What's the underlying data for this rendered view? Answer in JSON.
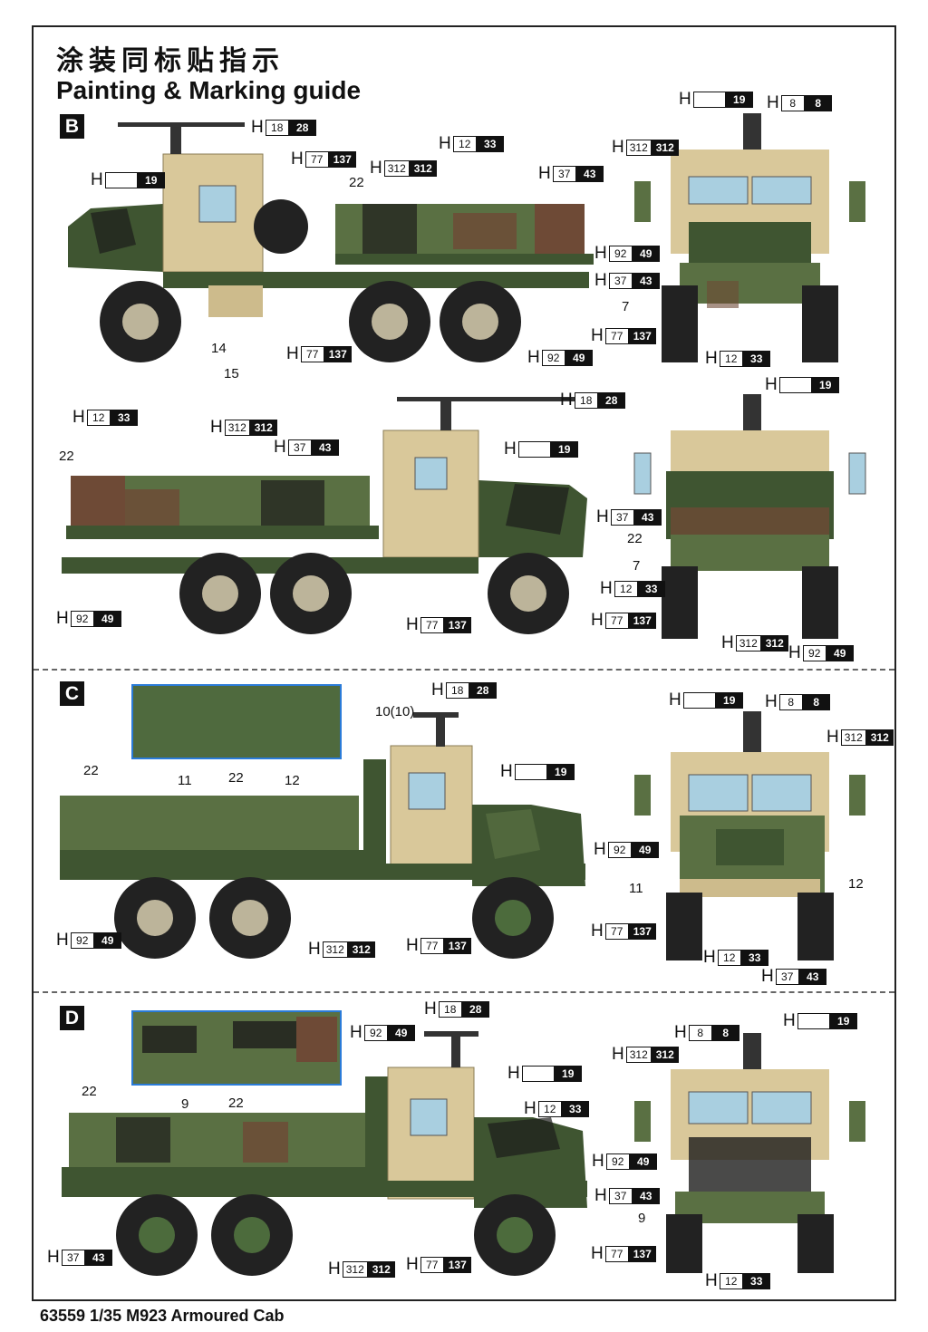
{
  "title_cn": "涂装同标贴指示",
  "title_en": "Painting & Marking guide",
  "footer": "63559 1/35 M923 Armoured Cab",
  "sections": {
    "b": "B",
    "c": "C",
    "d": "D"
  },
  "color_codes": {
    "c18_28": {
      "h": "H",
      "a": "18",
      "b": "28"
    },
    "c12_33": {
      "h": "H",
      "a": "12",
      "b": "33"
    },
    "c77_137": {
      "h": "H",
      "a": "77",
      "b": "137"
    },
    "c312_312": {
      "h": "H",
      "a": "312",
      "b": "312"
    },
    "c37_43": {
      "h": "H",
      "a": "37",
      "b": "43"
    },
    "c19": {
      "h": "H",
      "a": "",
      "b": "19"
    },
    "c92_49": {
      "h": "H",
      "a": "92",
      "b": "49"
    },
    "c8_8": {
      "h": "H",
      "a": "8",
      "b": "8"
    }
  },
  "decal_numbers": {
    "n22": "22",
    "n14": "14",
    "n15": "15",
    "n7": "7",
    "n11": "11",
    "n12": "12",
    "n9": "9",
    "n10": "10(10)"
  },
  "colors": {
    "tan": "#d9c89a",
    "green": "#5a7043",
    "dark_green": "#3f5531",
    "brown": "#6e4a36",
    "black": "#1d1d1b",
    "glass": "#a9cfe0",
    "tire": "#222222"
  }
}
